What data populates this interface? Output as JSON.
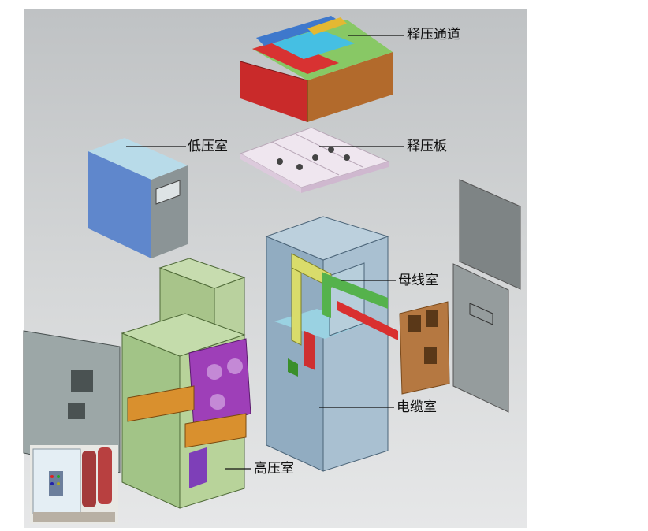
{
  "colors": {
    "backdrop": "#c9cbcc",
    "panel_grey": "#8e9698",
    "cable_blue": "#9fb6c8",
    "lv_blue": "#7d9ed6",
    "hv_green": "#a9c28a",
    "relief_red": "#d93030",
    "relief_green": "#8fd36a",
    "relief_cyan": "#52c6e8",
    "busbar_yellow": "#d9dc6b",
    "busbar_green": "#55b24c",
    "bushing_brown": "#b77a3f",
    "breaker_purple": "#9e3fb8",
    "mechanism_orange": "#d9902e"
  },
  "labels": {
    "relief_duct": "释压通道",
    "relief_plate": "释压板",
    "lv_compartment": "低压室",
    "busbar_compartment": "母线室",
    "cable_compartment": "电缆室",
    "hv_compartment": "高压室"
  }
}
